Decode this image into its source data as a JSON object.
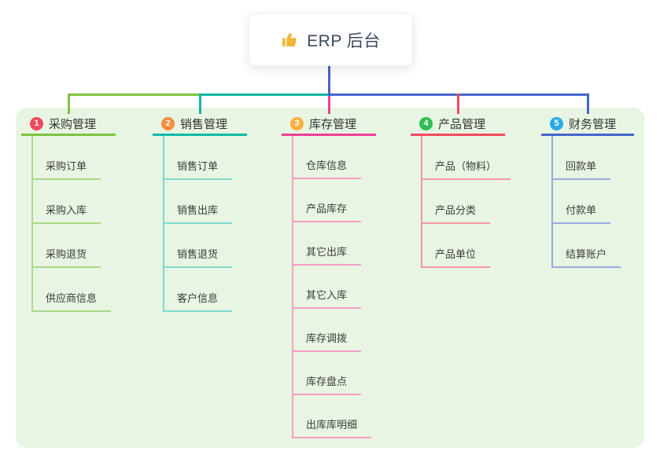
{
  "root": {
    "label": "ERP 后台",
    "icon": "thumbs-up-icon"
  },
  "colors": {
    "canvas_bg": "#ffffff",
    "panel_bg": "#e7f5e2",
    "root_text": "#3d4a5c",
    "thumb_icon": "#f0b73c",
    "bus_green": "#7fc241",
    "bus_teal": "#10b9a6",
    "bus_blue": "#4465cb",
    "drop_magenta": "#ee3f96",
    "drop_red": "#f4495e"
  },
  "branches": [
    {
      "num": "1",
      "label": "采购管理",
      "badge": "#f3495f",
      "line": "#7fc241",
      "light": "#abd985",
      "children": [
        "采购订单",
        "采购入库",
        "采购退货",
        "供应商信息"
      ]
    },
    {
      "num": "2",
      "label": "销售管理",
      "badge": "#f98e3c",
      "line": "#10b9a6",
      "light": "#7fd8cb",
      "children": [
        "销售订单",
        "销售出库",
        "销售退货",
        "客户信息"
      ]
    },
    {
      "num": "3",
      "label": "库存管理",
      "badge": "#fbaf40",
      "line": "#ee3f96",
      "light": "#f59dc7",
      "children": [
        "仓库信息",
        "产品库存",
        "其它出库",
        "其它入库",
        "库存调拨",
        "库存盘点",
        "出库库明细"
      ]
    },
    {
      "num": "4",
      "label": "产品管理",
      "badge": "#30bc52",
      "line": "#f4495e",
      "light": "#f899a3",
      "children": [
        "产品（物料）",
        "产品分类",
        "产品单位"
      ]
    },
    {
      "num": "5",
      "label": "财务管理",
      "badge": "#28ace2",
      "line": "#4465cb",
      "light": "#95aae3",
      "children": [
        "回款单",
        "付款单",
        "结算账户"
      ]
    }
  ]
}
